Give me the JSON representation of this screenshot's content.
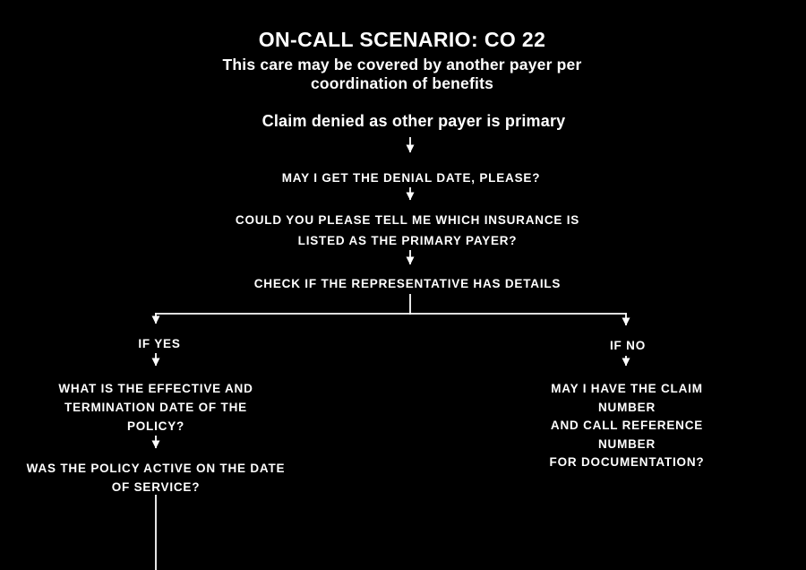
{
  "colors": {
    "background": "#000000",
    "text": "#ffffff",
    "line": "#ffffff"
  },
  "header": {
    "title": "ON-CALL SCENARIO: CO 22",
    "subtitle": "This care may be covered by another payer per coordination of benefits"
  },
  "flow": {
    "root": "Claim denied as other payer is primary",
    "ask_denial_date": "MAY I GET THE DENIAL DATE, PLEASE?",
    "ask_primary_payer": "COULD YOU PLEASE TELL ME WHICH INSURANCE IS\nLISTED AS THE PRIMARY PAYER?",
    "check_rep_details": "CHECK IF THE REPRESENTATIVE HAS DETAILS",
    "branch_yes": {
      "label": "IF YES",
      "ask_policy_dates": "WHAT IS THE EFFECTIVE AND\nTERMINATION DATE OF THE\nPOLICY?",
      "ask_policy_active": "WAS THE POLICY ACTIVE ON THE DATE\nOF SERVICE?"
    },
    "branch_no": {
      "label": "IF NO",
      "ask_claim_reference": "MAY I HAVE THE CLAIM NUMBER\nAND CALL REFERENCE NUMBER\nFOR DOCUMENTATION?"
    }
  }
}
